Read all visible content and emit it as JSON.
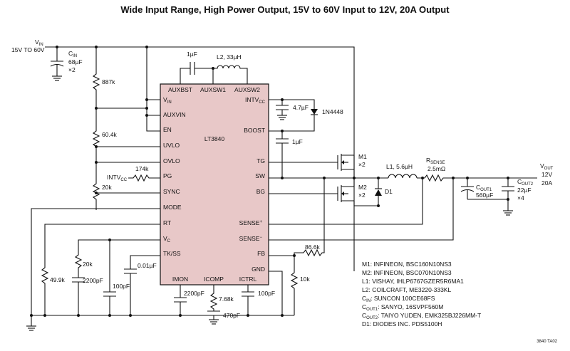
{
  "title": "Wide Input Range, High Power Output, 15V to 60V Input to 12V, 20A Output",
  "ic": {
    "name": "LT3840",
    "left_pins": [
      "V",
      "AUXVIN",
      "EN",
      "UVLO",
      "OVLO",
      "PG",
      "SYNC",
      "MODE",
      "RT",
      "V",
      "TK/SS"
    ],
    "left_pin_subs": {
      "vin": "IN",
      "vc": "C"
    },
    "top_pins": [
      "AUXBST",
      "AUXSW1",
      "AUXSW2"
    ],
    "right_pins": [
      "INTV",
      "BOOST",
      "TG",
      "SW",
      "BG",
      "SENSE",
      "SENSE",
      "FB",
      "GND"
    ],
    "right_pin_subs": {
      "intvcc": "CC",
      "sense_p": "+",
      "sense_n": "−"
    },
    "bottom_pins": [
      "IMON",
      "ICOMP",
      "ICTRL"
    ]
  },
  "input": {
    "label_main": "V",
    "label_sub": "IN",
    "range": "15V TO 60V"
  },
  "output": {
    "label_main": "V",
    "label_sub": "OUT",
    "voltage": "12V",
    "current": "20A"
  },
  "components": {
    "cin": {
      "name": "C",
      "sub": "IN",
      "value": "68µF",
      "mult": "×2"
    },
    "r887k": "887k",
    "r604k": "60.4k",
    "r20k_left": "20k",
    "r174k": "174k",
    "pg_pullup": {
      "main": "INTV",
      "sub": "CC"
    },
    "c1u_aux": "1µF",
    "l2": "L2, 33µH",
    "c47u": "4.7µF",
    "d1n4448": "1N4448",
    "c1u_boost": "1µF",
    "m1": {
      "name": "M1",
      "mult": "×2"
    },
    "m2": {
      "name": "M2",
      "mult": "×2"
    },
    "d1": "D1",
    "l1": "L1, 5.6µH",
    "rsense": {
      "name": "R",
      "sub": "SENSE",
      "value": "2.5mΩ"
    },
    "cout1": {
      "name": "C",
      "sub": "OUT1",
      "value": "560µF"
    },
    "cout2": {
      "name": "C",
      "sub": "OUT2",
      "value": "22µF",
      "mult": "×4"
    },
    "r499k": "49.9k",
    "r20k_vc": "20k",
    "c2200p_vc": "2200pF",
    "c100p_vc": "100pF",
    "c001u": "0.01µF",
    "c2200p_imon": "2200pF",
    "r768k": "7.68k",
    "c470p": "470pF",
    "c100p_ictrl": "100pF",
    "r866k": "86.6k",
    "r10k": "10k"
  },
  "bom": [
    {
      "prefix": "M1: ",
      "sub": "",
      "text": "INFINEON, BSC160N10NS3"
    },
    {
      "prefix": "M2: ",
      "sub": "",
      "text": "INFINEON, BSC070N10NS3"
    },
    {
      "prefix": "L1: ",
      "sub": "",
      "text": "VISHAY, IHLP6767GZER5R6MA1"
    },
    {
      "prefix": "L2: ",
      "sub": "",
      "text": "COILCRAFT, ME3220-333KL"
    },
    {
      "prefix": "C",
      "sub": "IN",
      "text": ": SUNCON 100CE68FS"
    },
    {
      "prefix": "C",
      "sub": "OUT1",
      "text": ": SANYO, 16SVPF560M"
    },
    {
      "prefix": "C",
      "sub": "OUT2",
      "text": ": TAIYO YUDEN, EMK325BJ226MM-T"
    },
    {
      "prefix": "D1: ",
      "sub": "",
      "text": "DIODES INC. PDS5100H"
    }
  ],
  "figure_id": "3840 TA02"
}
